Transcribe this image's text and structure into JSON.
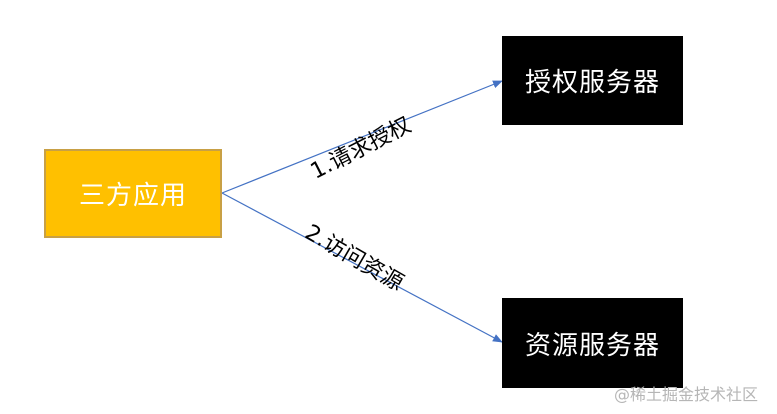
{
  "nodes": {
    "client": "三方应用",
    "auth_server": "授权服务器",
    "resource_server": "资源服务器"
  },
  "edges": [
    {
      "from": "client",
      "to": "auth_server",
      "label": "1.请求授权"
    },
    {
      "from": "client",
      "to": "resource_server",
      "label": "2.访问资源"
    }
  ],
  "colors": {
    "client_fill": "#ffc000",
    "server_fill": "#000000",
    "edge": "#4472c4"
  },
  "watermark": "@稀土掘金技术社区"
}
